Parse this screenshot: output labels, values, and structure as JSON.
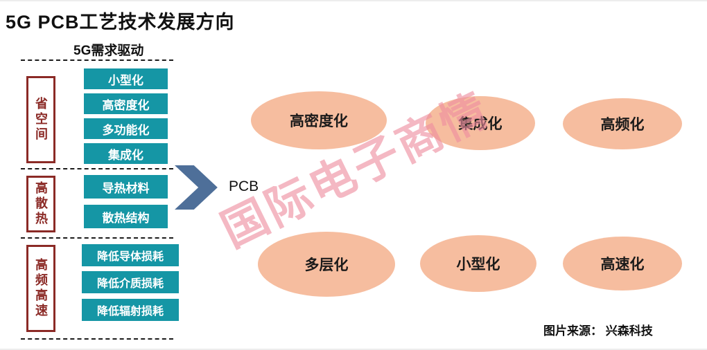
{
  "title": "5G PCB工艺技术发展方向",
  "driver_label": "5G需求驱动",
  "groups": [
    {
      "category": "省空间",
      "items": [
        "小型化",
        "高密度化",
        "多功能化",
        "集成化"
      ]
    },
    {
      "category": "高散热",
      "items": [
        "导热材料",
        "散热结构"
      ]
    },
    {
      "category": "高频高速",
      "items": [
        "降低导体损耗",
        "降低介质损耗",
        "降低辐射损耗"
      ]
    }
  ],
  "arrow_label": "PCB",
  "result_ellipses": {
    "top_row": [
      "高密度化",
      "集成化",
      "高频化"
    ],
    "bottom_row": [
      "多层化",
      "小型化",
      "高速化"
    ]
  },
  "watermark": "国际电子商情",
  "source": "图片来源： 兴森科技",
  "colors": {
    "teal_box": "#1596a5",
    "category_red": "#8b2a26",
    "ellipse_fill": "#f6bd9f",
    "arrow_blue": "#4e6f99",
    "watermark_pink": "#ee8ea0"
  }
}
